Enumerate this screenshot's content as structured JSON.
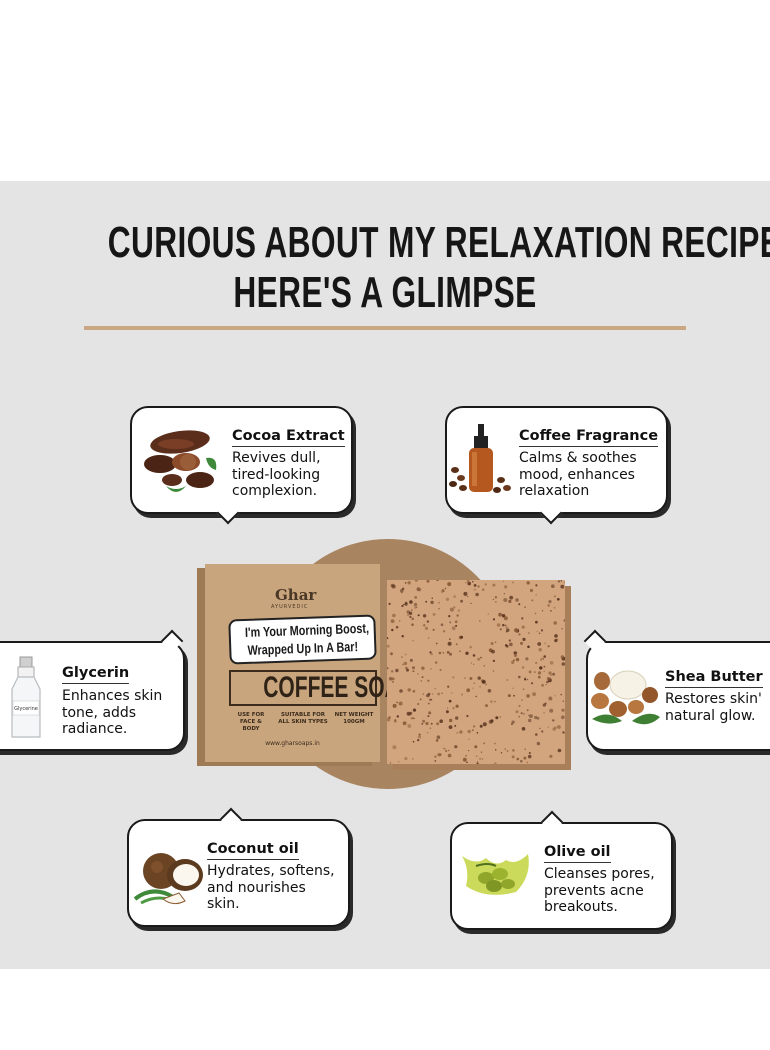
{
  "headline": {
    "line1": "CURIOUS ABOUT MY RELAXATION RECIPE?",
    "line2": "HERE'S A GLIMPSE"
  },
  "colors": {
    "panel": "#e4e4e4",
    "rule": "#c9a783",
    "circle": "#a98460",
    "box": "#c9a57d"
  },
  "ingredients": {
    "cocoa": {
      "title": "Cocoa Extract",
      "desc": "Revives dull,\ntired-looking\ncomplexion.",
      "icon": "cocoa-beans-icon"
    },
    "coffee": {
      "title": "Coffee Fragrance",
      "desc": "Calms & soothes\nmood, enhances\nrelaxation",
      "icon": "essential-oil-bottle-icon"
    },
    "glycerin": {
      "title": "Glycerin",
      "desc": "Enhances skin\ntone, adds\nradiance.",
      "icon": "glycerin-bottle-icon",
      "bottle_label": "Glycerine"
    },
    "shea": {
      "title": "Shea Butter",
      "desc": "Restores skin'\nnatural glow.",
      "icon": "shea-nuts-icon"
    },
    "coconut": {
      "title": "Coconut oil",
      "desc": "Hydrates, softens,\nand nourishes\nskin.",
      "icon": "coconut-icon"
    },
    "olive": {
      "title": "Olive oil",
      "desc": "Cleanses pores,\nprevents acne\nbreakouts.",
      "icon": "olive-splash-icon"
    }
  },
  "product": {
    "brand": "Ghar",
    "brand_sub": "AYURVEDIC",
    "tagline1": "I'm Your Morning Boost,",
    "tagline2": "Wrapped Up In A Bar!",
    "name": "COFFEE SOAP",
    "info1": "USE FOR\nFACE & BODY",
    "info2": "SUITABLE FOR\nALL SKIN TYPES",
    "info3": "NET WEIGHT\n100GM",
    "website": "www.gharsoaps.in"
  }
}
